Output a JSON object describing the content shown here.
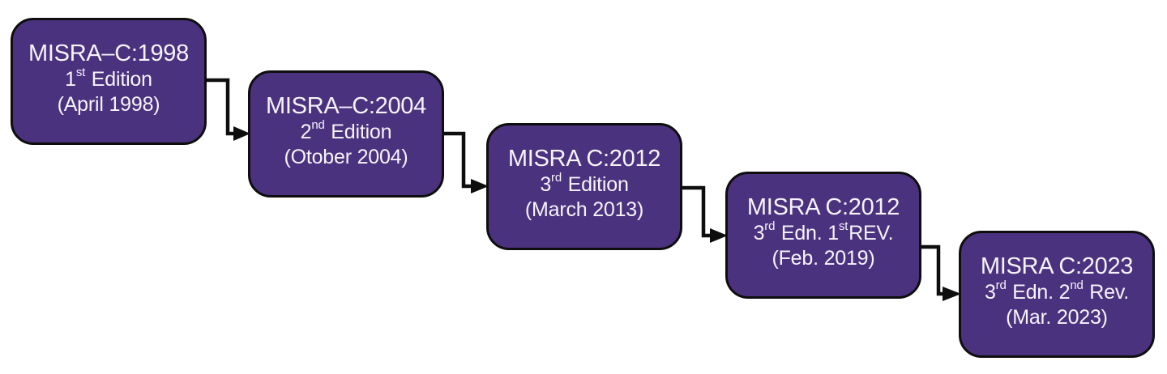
{
  "colors": {
    "background": "#ffffff",
    "box_fill": "#4b327f",
    "box_border": "#0e0e0e",
    "box_text": "#f6f3fb",
    "arrow": "#0e0e0e"
  },
  "boxes": [
    {
      "lines": [
        [
          {
            "text": "MISRA–C:1998"
          }
        ],
        [
          {
            "text": "1"
          },
          {
            "text": "st",
            "sup": true
          },
          {
            "text": " Edition"
          }
        ],
        [
          {
            "text": "(April 1998)"
          }
        ]
      ]
    },
    {
      "lines": [
        [
          {
            "text": "MISRA–C:2004"
          }
        ],
        [
          {
            "text": "2"
          },
          {
            "text": "nd",
            "sup": true
          },
          {
            "text": " Edition"
          }
        ],
        [
          {
            "text": "(Otober 2004)"
          }
        ]
      ]
    },
    {
      "lines": [
        [
          {
            "text": "MISRA C:2012"
          }
        ],
        [
          {
            "text": "3"
          },
          {
            "text": "rd",
            "sup": true
          },
          {
            "text": " Edition"
          }
        ],
        [
          {
            "text": "(March 2013)"
          }
        ]
      ]
    },
    {
      "lines": [
        [
          {
            "text": "MISRA C:2012"
          }
        ],
        [
          {
            "text": "3"
          },
          {
            "text": "rd",
            "sup": true
          },
          {
            "text": " Edn. "
          },
          {
            "text": "1"
          },
          {
            "text": "st",
            "sup": true
          },
          {
            "text": "REV."
          }
        ],
        [
          {
            "text": "(Feb. 2019)"
          }
        ]
      ]
    },
    {
      "lines": [
        [
          {
            "text": "MISRA C:2023"
          }
        ],
        [
          {
            "text": "3"
          },
          {
            "text": "rd",
            "sup": true
          },
          {
            "text": " Edn. "
          },
          {
            "text": "2"
          },
          {
            "text": "nd",
            "sup": true
          },
          {
            "text": " Rev."
          }
        ],
        [
          {
            "text": "(Mar. 2023)"
          }
        ]
      ]
    }
  ]
}
